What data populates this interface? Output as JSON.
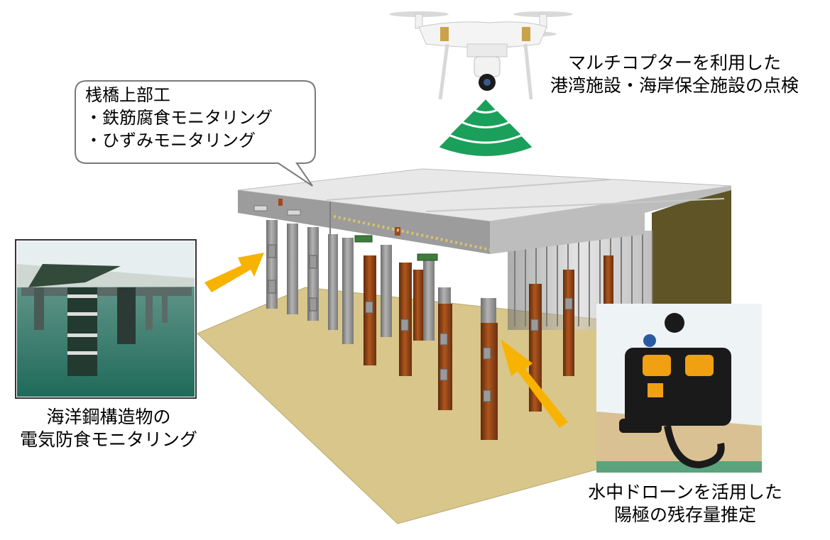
{
  "callout": {
    "line1": "桟橋上部工",
    "line2": "・鉄筋腐食モニタリング",
    "line3": "・ひずみモニタリング"
  },
  "drone_label": {
    "line1": "マルチコプターを利用した",
    "line2": "港湾施設・海岸保全施設の点検"
  },
  "left_label": {
    "line1": "海洋鋼構造物の",
    "line2": "電気防食モニタリング"
  },
  "rov_label": {
    "line1": "水中ドローンを活用した",
    "line2": "陽極の残存量推定"
  },
  "colors": {
    "arrow": "#f7b300",
    "ground": "#d8c68b",
    "deck_top": "#e6e6e6",
    "steel_pile": "#8e8e8e",
    "corroded_pile": "#8a3f14",
    "signal": "#1aa05a",
    "back_wall": "#5f5426"
  }
}
